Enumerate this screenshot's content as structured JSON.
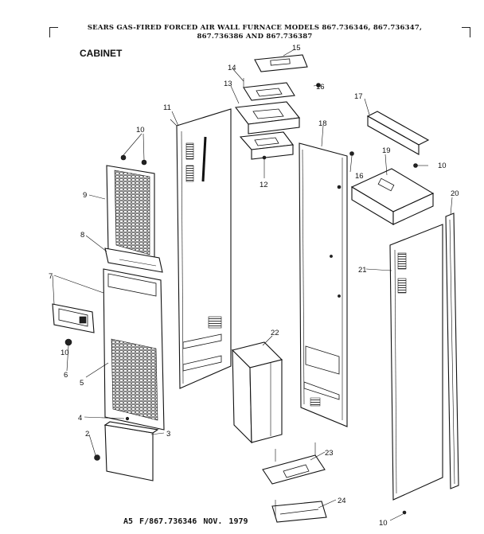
{
  "header": {
    "line1": "SEARS GAS-FIRED FORCED AIR WALL FURNACE MODELS 867.736346, 867.736347,",
    "line2": "867.736386 AND 867.736387"
  },
  "section_title": "CABINET",
  "footer": "A5  F/867.736346  NOV. 1979",
  "callouts": [
    "2",
    "3",
    "4",
    "5",
    "6",
    "7",
    "8",
    "9",
    "10",
    "10",
    "10",
    "10",
    "11",
    "12",
    "13",
    "14",
    "15",
    "16",
    "16",
    "17",
    "18",
    "19",
    "20",
    "21",
    "22",
    "23",
    "24"
  ]
}
